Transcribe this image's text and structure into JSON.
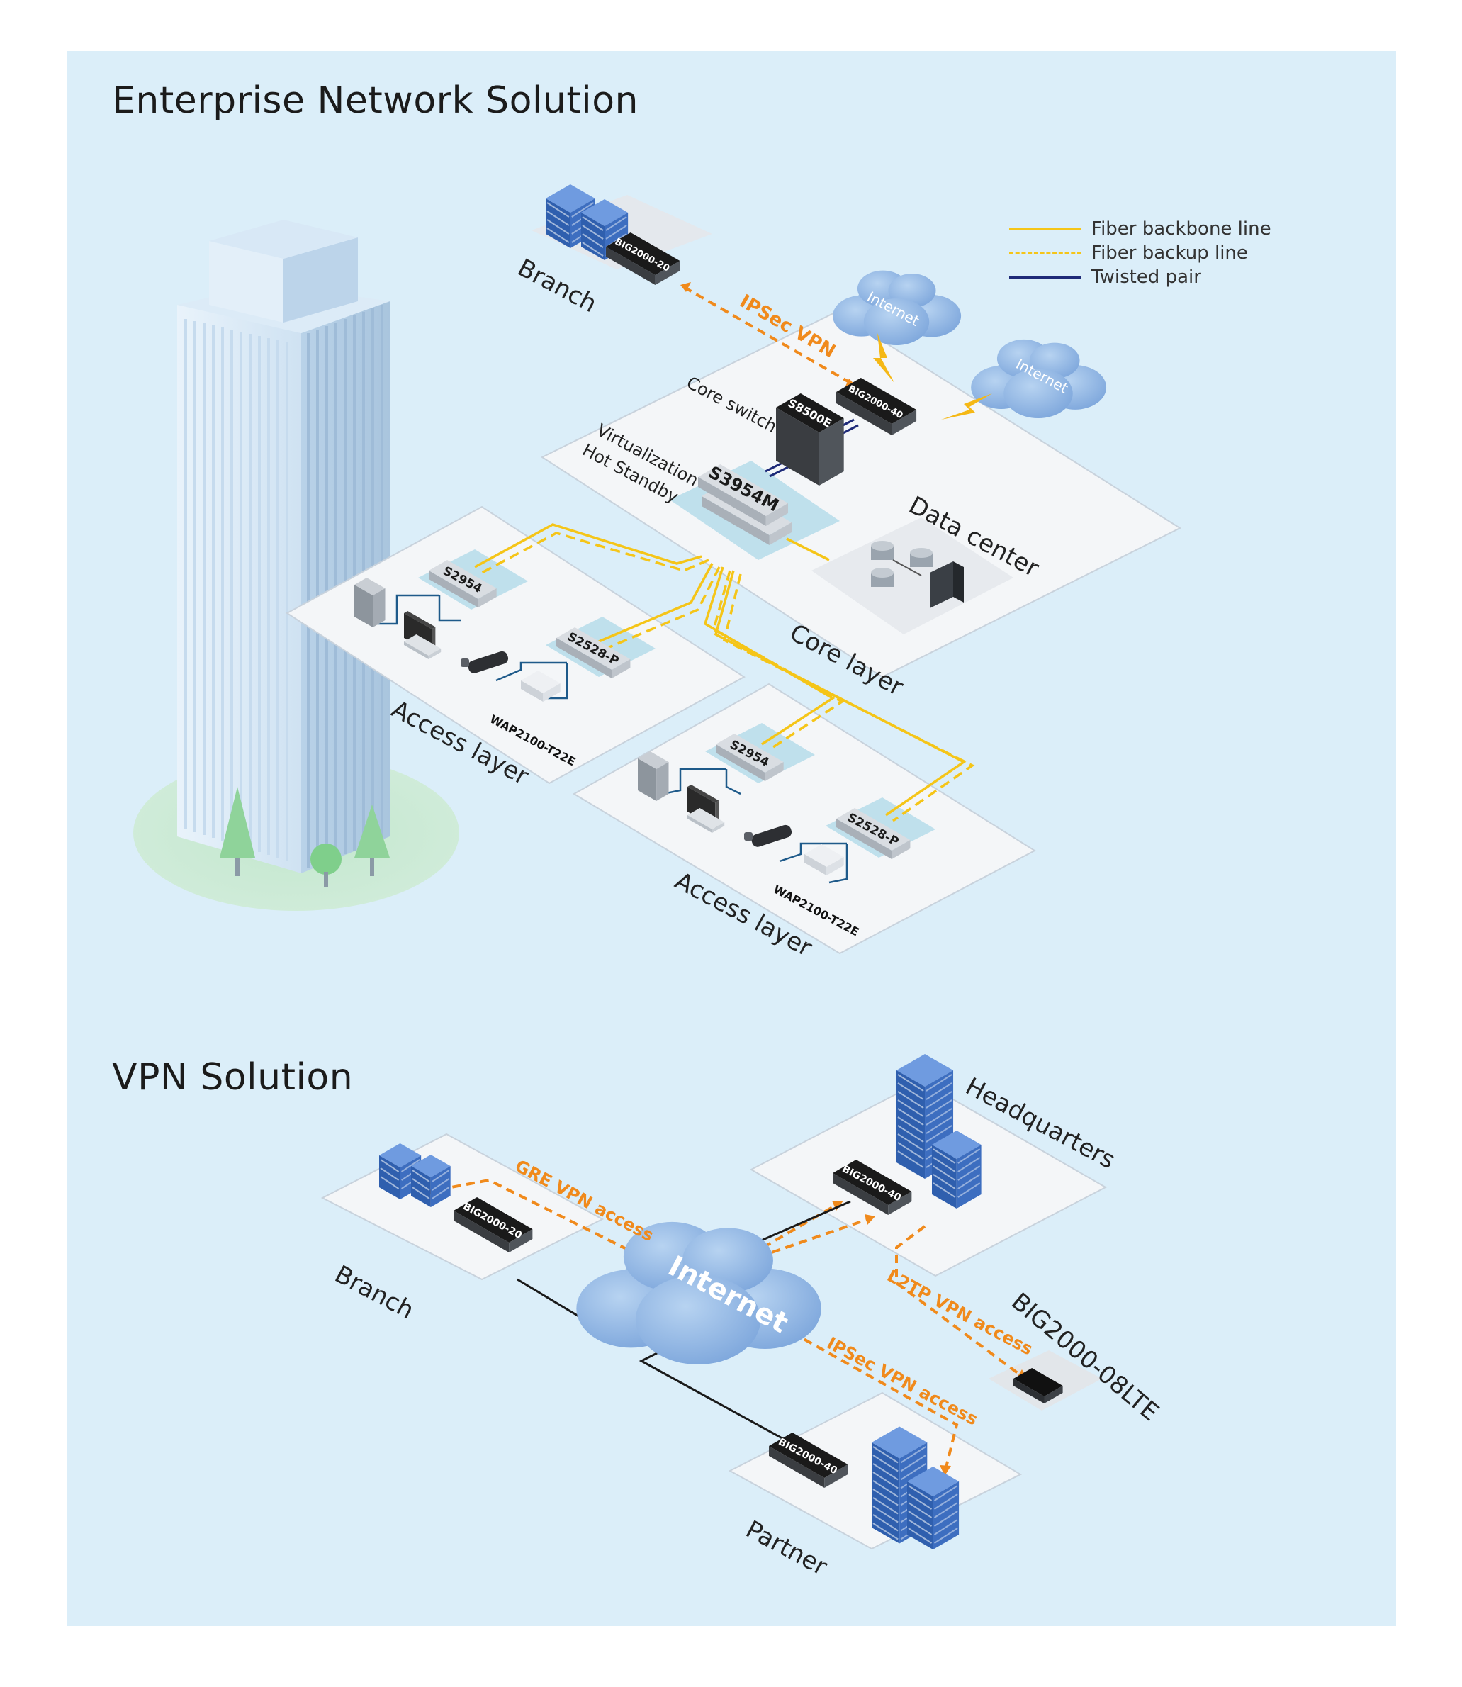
{
  "titles": {
    "enterprise": "Enterprise Network Solution",
    "vpn": "VPN Solution"
  },
  "legend": [
    {
      "label": "Fiber backbone line",
      "style": "solid",
      "color": "#f5c518"
    },
    {
      "label": "Fiber backup line",
      "style": "dashed",
      "color": "#f5c518"
    },
    {
      "label": "Twisted pair",
      "style": "solid",
      "color": "#1e2a78"
    }
  ],
  "colors": {
    "panel": "#dbeef9",
    "fiber": "#f5c518",
    "vpn_link": "#f08a1c",
    "twisted": "#1e2a78",
    "platform": "#f4f6f8",
    "building": "#3f73c6",
    "cloud": "#8fb8e6"
  },
  "enterprise": {
    "branch_label": "Branch",
    "branch_device": "BIG2000-20",
    "ipsec_label": "IPSec VPN",
    "internet_1": "Internet",
    "internet_2": "Internet",
    "gateway_device": "BIG2000-40",
    "core_switch_label": "Core switch",
    "core_switch_device": "S8500E",
    "virt_label_1": "Virtualization",
    "virt_label_2": "Hot Standby",
    "stack_device": "S3954M",
    "data_center_label": "Data center",
    "core_layer_label": "Core  layer",
    "access_1": {
      "switch_a": "S2954",
      "switch_b": "S2528-P",
      "ap": "WAP2100-T22E",
      "label": "Access layer"
    },
    "access_2": {
      "switch_a": "S2954",
      "switch_b": "S2528-P",
      "ap": "WAP2100-T22E",
      "label": "Access layer"
    }
  },
  "vpn": {
    "branch_label": "Branch",
    "branch_device": "BIG2000-20",
    "gre_label": "GRE  VPN  access",
    "internet_label": "Internet",
    "hq_label": "Headquarters",
    "hq_device": "BIG2000-40",
    "l2tp_label": "L2TP  VPN  access",
    "lte_label": "BIG2000-08LTE",
    "ipsec_label": "IPSec  VPN  access",
    "partner_label": "Partner",
    "partner_device": "BIG2000-40"
  }
}
